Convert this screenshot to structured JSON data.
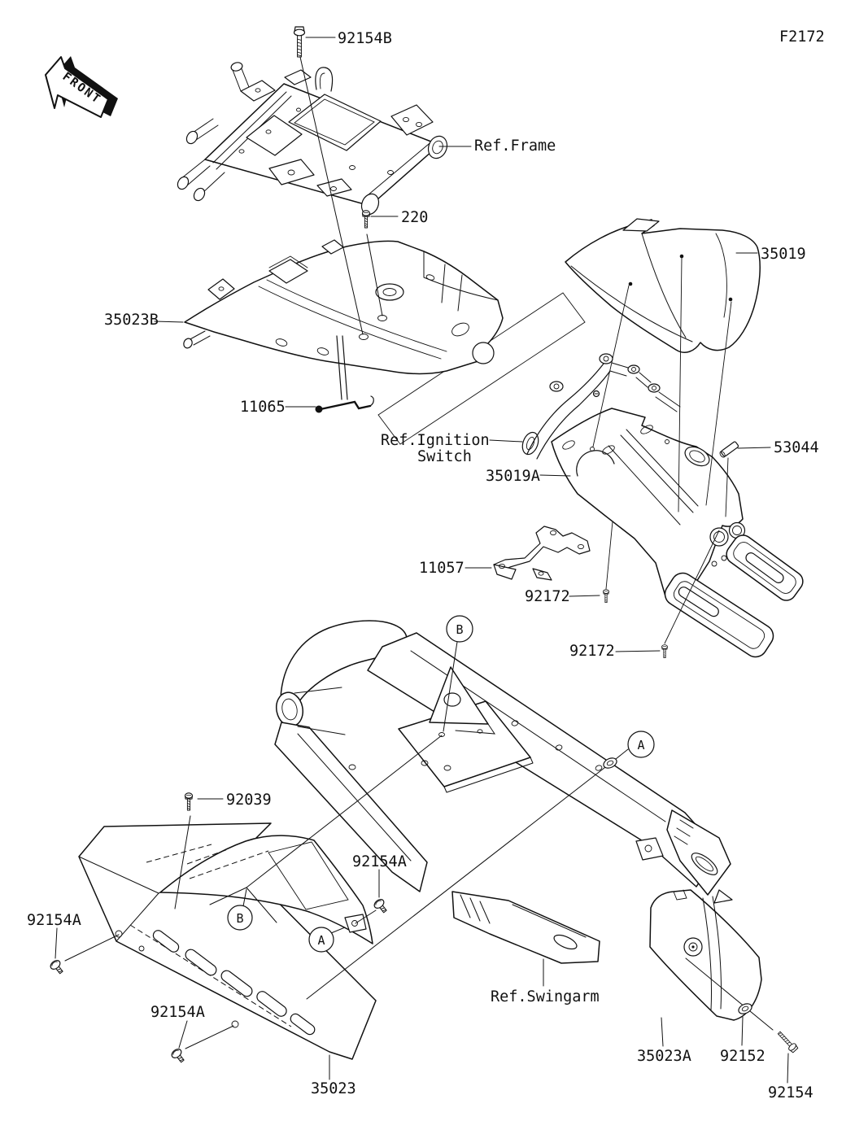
{
  "drawing_code": "F2172",
  "front_marker": {
    "label": "FRONT"
  },
  "references": {
    "frame": "Ref.Frame",
    "ignition_line1": "Ref.Ignition",
    "ignition_line2": "Switch",
    "swingarm": "Ref.Swingarm"
  },
  "parts": {
    "bolt_92154B": "92154B",
    "screw_220": "220",
    "cover_35019": "35019",
    "tray_35023B": "35023B",
    "hook_11065": "11065",
    "fender_35019A": "35019A",
    "pin_53044": "53044",
    "bracket_11057": "11057",
    "screw_92172": "92172",
    "screw_92039": "92039",
    "screw_92154A": "92154A",
    "chain_cover_35023": "35023",
    "cover_35023A": "35023A",
    "washer_92152": "92152",
    "bolt_92154": "92154"
  },
  "callouts": {
    "a": "A",
    "b": "B"
  }
}
